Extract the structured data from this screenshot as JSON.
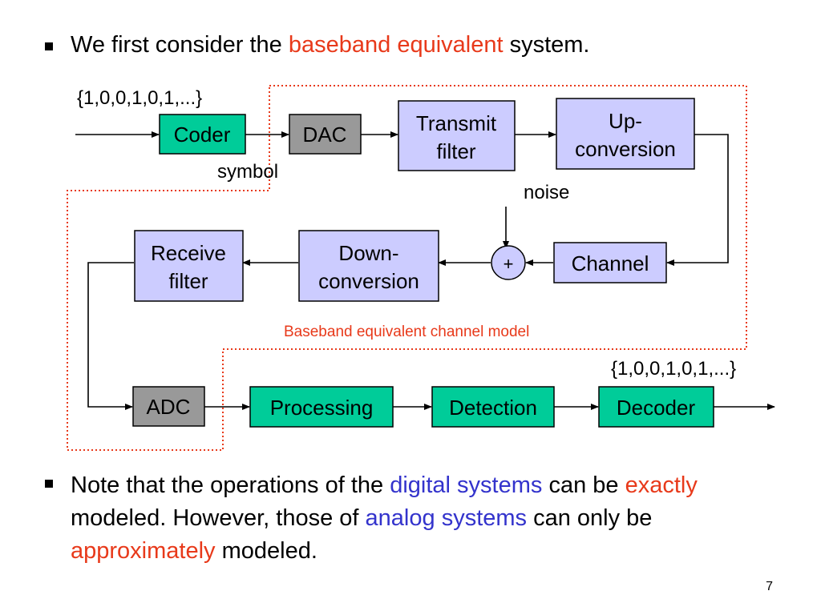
{
  "bullet1": {
    "pre": "We first consider the ",
    "highlight": "baseband equivalent",
    "post": " system."
  },
  "bullet2": {
    "p1": "Note that the operations of the ",
    "h1": "digital systems",
    "p2": " can be ",
    "h2": "exactly",
    "p3": " modeled. However, those of ",
    "h3": "analog systems",
    "p4": " can only be ",
    "h4": "approximately",
    "p5": " modeled."
  },
  "diagram": {
    "input_bits": "{1,0,0,1,0,1,...}",
    "output_bits": "{1,0,0,1,0,1,...}",
    "symbol_label": "symbol",
    "noise_label": "noise",
    "adder_symbol": "+",
    "region_label": "Baseband equivalent channel model",
    "blocks": {
      "coder": "Coder",
      "dac": "DAC",
      "transmit_filter": [
        "Transmit",
        "filter"
      ],
      "up_conversion": [
        "Up-",
        "conversion"
      ],
      "channel": "Channel",
      "down_conversion": [
        "Down-",
        "conversion"
      ],
      "receive_filter": [
        "Receive",
        "filter"
      ],
      "adc": "ADC",
      "processing": "Processing",
      "detection": "Detection",
      "decoder": "Decoder"
    }
  },
  "page_number": "7",
  "colors": {
    "green_block": "#00cc99",
    "gray_block": "#999999",
    "lavender_block": "#ccccff",
    "red_text": "#e8391a",
    "blue_text": "#3333cc"
  }
}
